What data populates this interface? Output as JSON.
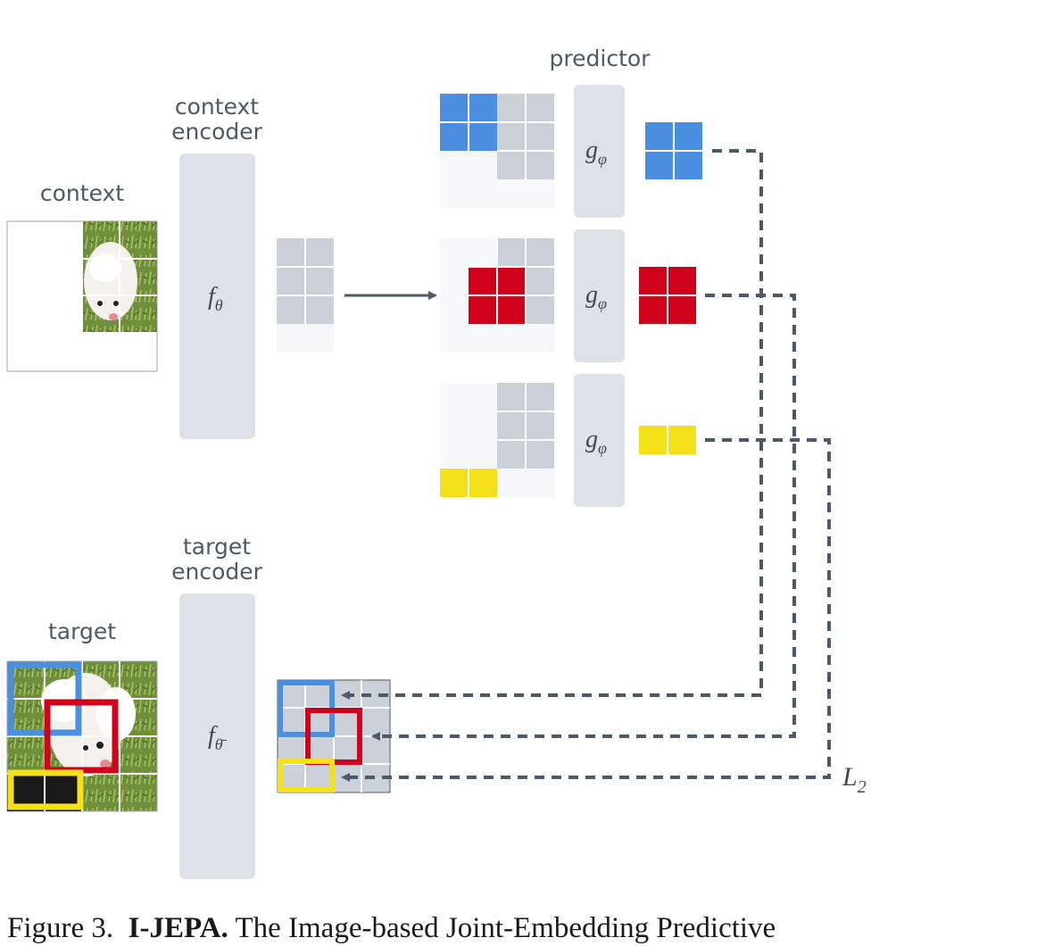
{
  "labels": {
    "predictor": "predictor",
    "context_encoder": [
      "context",
      "encoder"
    ],
    "target_encoder": [
      "target",
      "encoder"
    ],
    "context": "context",
    "target": "target",
    "f_theta": "f",
    "f_theta_sub": "θ",
    "f_theta_bar_sub": "θ̄",
    "g_phi": "g",
    "g_phi_sub": "φ",
    "loss": "L",
    "loss_sub": "2"
  },
  "caption": {
    "prefix": "Figure 3.",
    "title": "I-JEPA.",
    "text": "The Image-based Joint-Embedding Predictive"
  },
  "colors": {
    "gray_block": "#dde2e9",
    "gray_patch": "#cbd1d9",
    "blue": "#4a8fe0",
    "red": "#d0021b",
    "yellow": "#f5e11a",
    "arrow": "#4a5a6a"
  }
}
